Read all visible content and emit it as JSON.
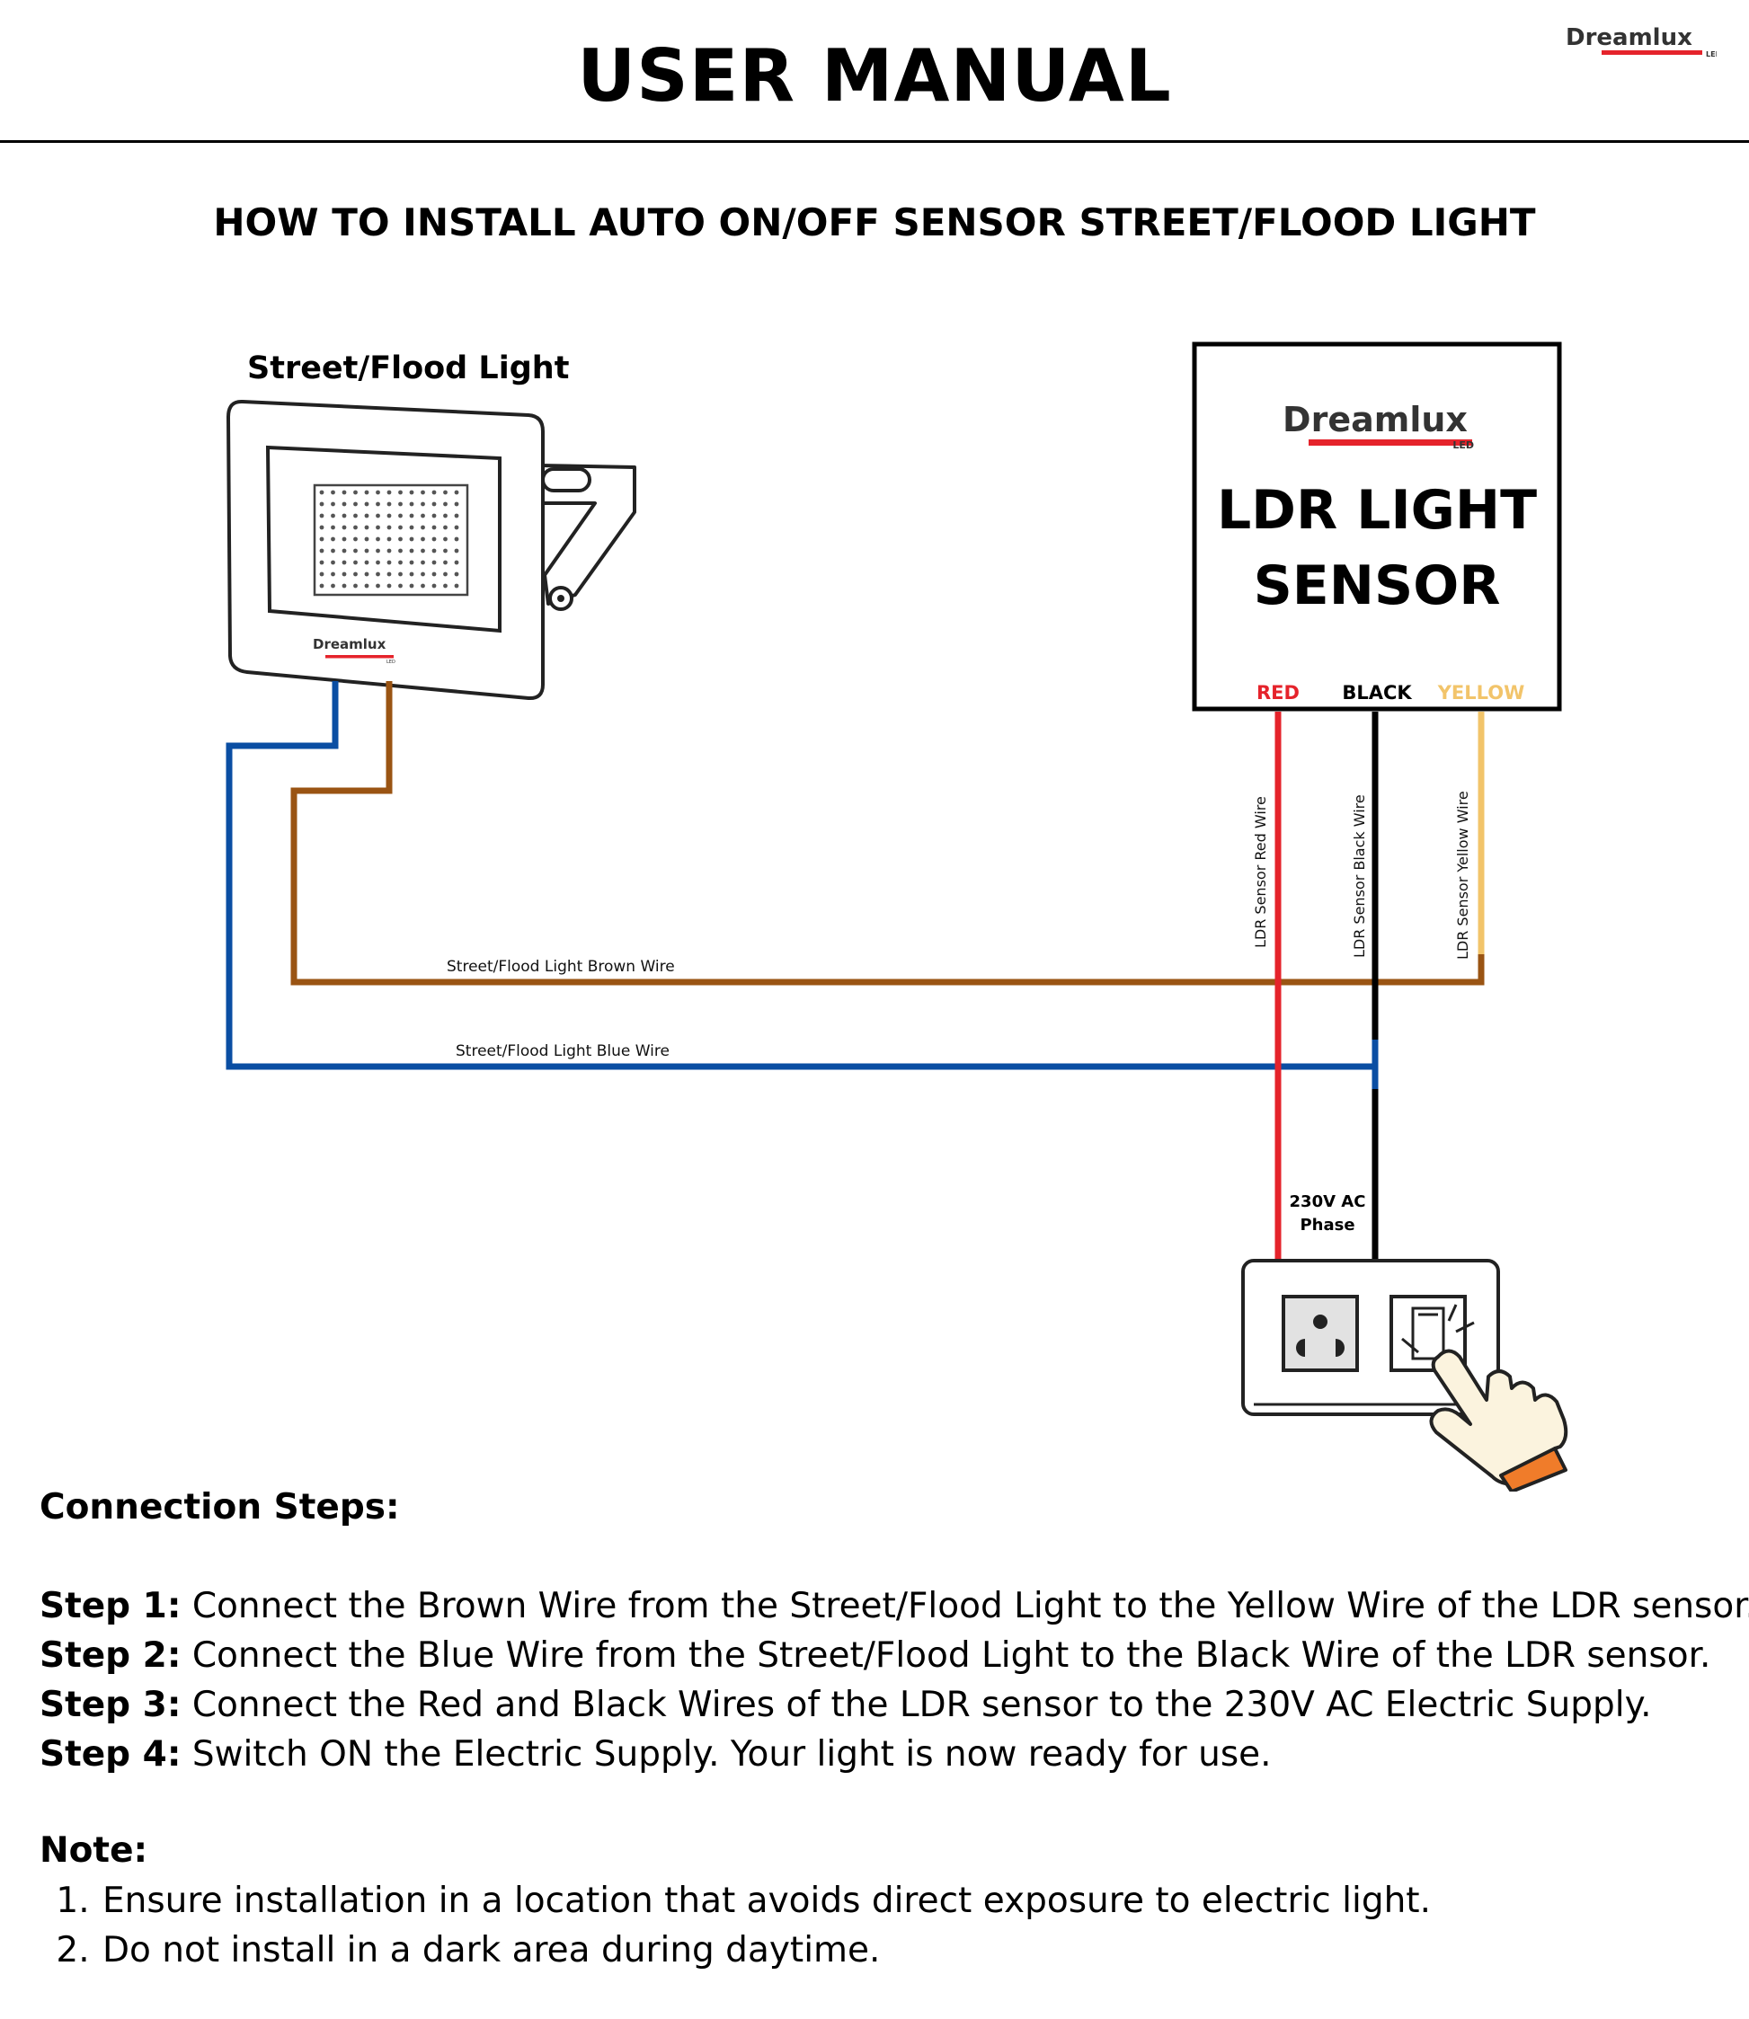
{
  "header": {
    "title": "USER MANUAL",
    "brand_logo": "Dreamlux",
    "brand_sub": "LED"
  },
  "subtitle": "HOW TO INSTALL AUTO ON/OFF SENSOR STREET/FLOOD LIGHT",
  "diagram": {
    "light_label": "Street/Flood Light",
    "light_logo": "Dreamlux",
    "light_logo_sub": "LED",
    "sensor": {
      "logo": "Dreamlux",
      "logo_sub": "LED",
      "title_line1": "LDR LIGHT",
      "title_line2": "SENSOR",
      "wire_labels": {
        "red": "RED",
        "black": "BLACK",
        "yellow": "YELLOW"
      }
    },
    "wires": {
      "red_label": "LDR Sensor Red Wire",
      "black_label": "LDR Sensor Black Wire",
      "yellow_label": "LDR Sensor Yellow Wire",
      "brown_label": "Street/Flood Light Brown Wire",
      "blue_label": "Street/Flood Light Blue Wire"
    },
    "supply_label_line1": "230V AC",
    "supply_label_line2": "Phase",
    "colors": {
      "red": "#e5232b",
      "black": "#000000",
      "yellow": "#f2c46a",
      "brown": "#9a5413",
      "blue": "#0a4ea3",
      "hand_cuff": "#f07c2a",
      "hand_fill": "#fbf3de"
    },
    "icons": [
      "flood-light-icon",
      "socket-icon",
      "switch-icon",
      "hand-pointer-icon"
    ]
  },
  "connection_steps": {
    "heading": "Connection Steps:",
    "steps": [
      {
        "label": "Step 1:",
        "text": " Connect the Brown Wire from the Street/Flood Light to the Yellow Wire of the LDR sensor."
      },
      {
        "label": "Step 2:",
        "text": " Connect the Blue Wire from the Street/Flood Light to the Black Wire of the LDR sensor."
      },
      {
        "label": "Step 3:",
        "text": " Connect the Red and Black Wires of the LDR sensor to the 230V AC Electric Supply."
      },
      {
        "label": "Step 4:",
        "text": " Switch ON the Electric Supply. Your light is now ready for use."
      }
    ]
  },
  "note": {
    "heading": "Note:",
    "items": [
      "Ensure installation in a location that avoids direct exposure to electric light.",
      "Do not install in a dark area during daytime."
    ]
  }
}
